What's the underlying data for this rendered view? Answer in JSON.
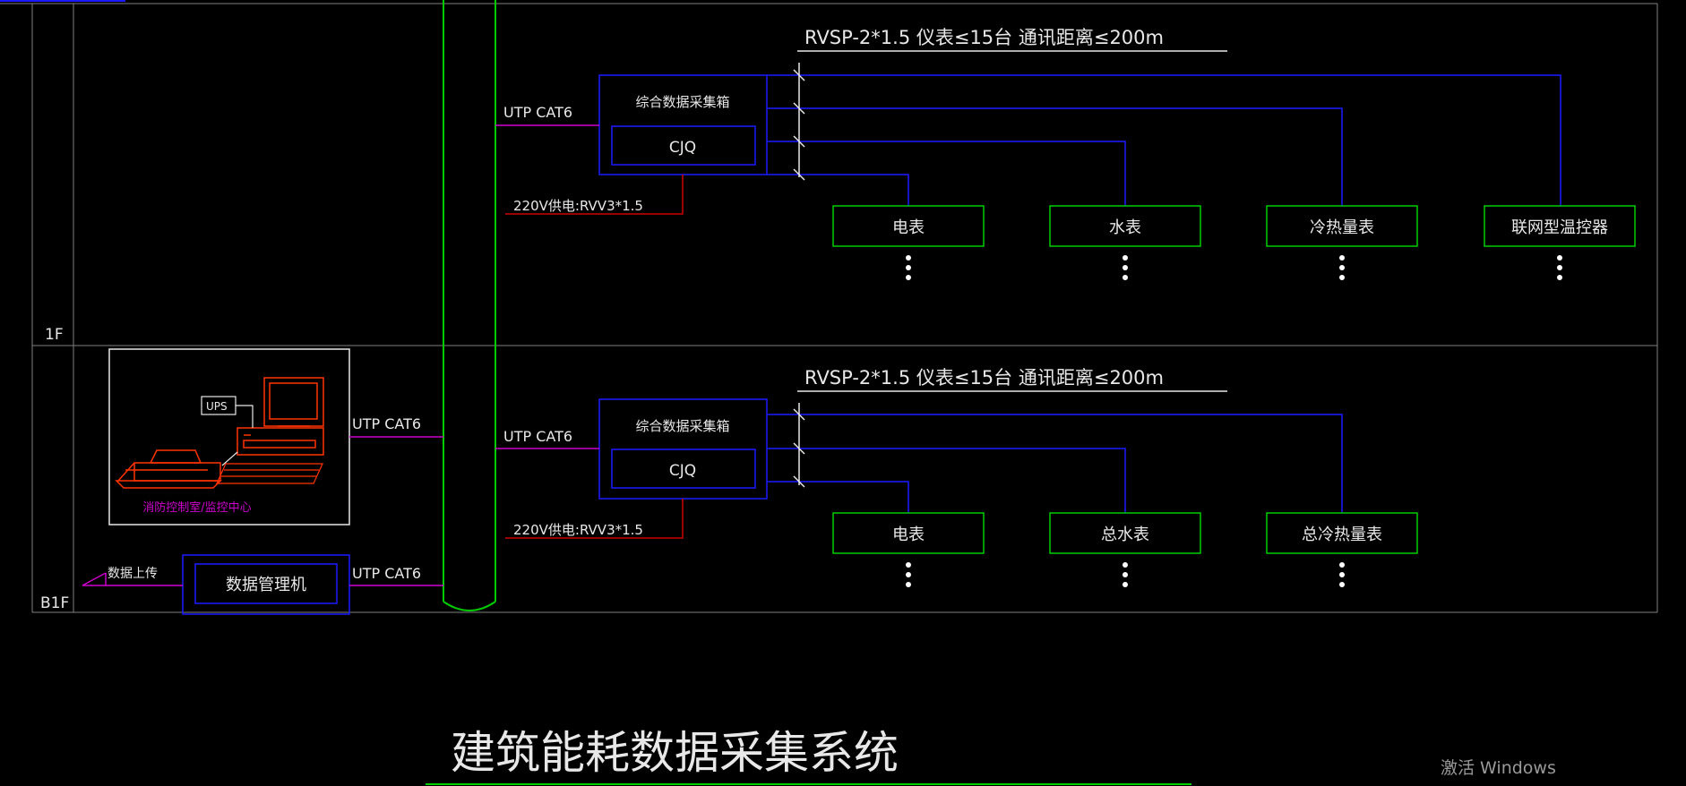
{
  "floors": [
    {
      "label": "1F"
    },
    {
      "label": "B1F"
    }
  ],
  "upper": {
    "spec": "RVSP-2*1.5  仪表≤15台  通讯距离≤200m",
    "cable_label": "UTP CAT6",
    "box_title": "综合数据采集箱",
    "cjq": "CJQ",
    "power": "220V供电:RVV3*1.5",
    "meters": [
      "电表",
      "水表",
      "冷热量表",
      "联网型温控器"
    ]
  },
  "lower": {
    "spec": "RVSP-2*1.5  仪表≤15台  通讯距离≤200m",
    "cable_label": "UTP CAT6",
    "box_title": "综合数据采集箱",
    "cjq": "CJQ",
    "power": "220V供电:RVV3*1.5",
    "meters": [
      "电表",
      "总水表",
      "总冷热量表"
    ]
  },
  "workstation": {
    "ups": "UPS",
    "caption": "消防控制室/监控中心",
    "cable_label": "UTP CAT6"
  },
  "data_manager": {
    "label": "数据管理机",
    "upload": "数据上传",
    "cable_label": "UTP CAT6"
  },
  "title": "建筑能耗数据采集系统",
  "watermark": "激活 Windows",
  "colors": {
    "grid": "#808080",
    "riser": "#00cc00",
    "blue": "#1a1aff",
    "green": "#00cc00",
    "magenta": "#cc00cc",
    "red": "#cc0000",
    "white": "#e8e8e8"
  }
}
